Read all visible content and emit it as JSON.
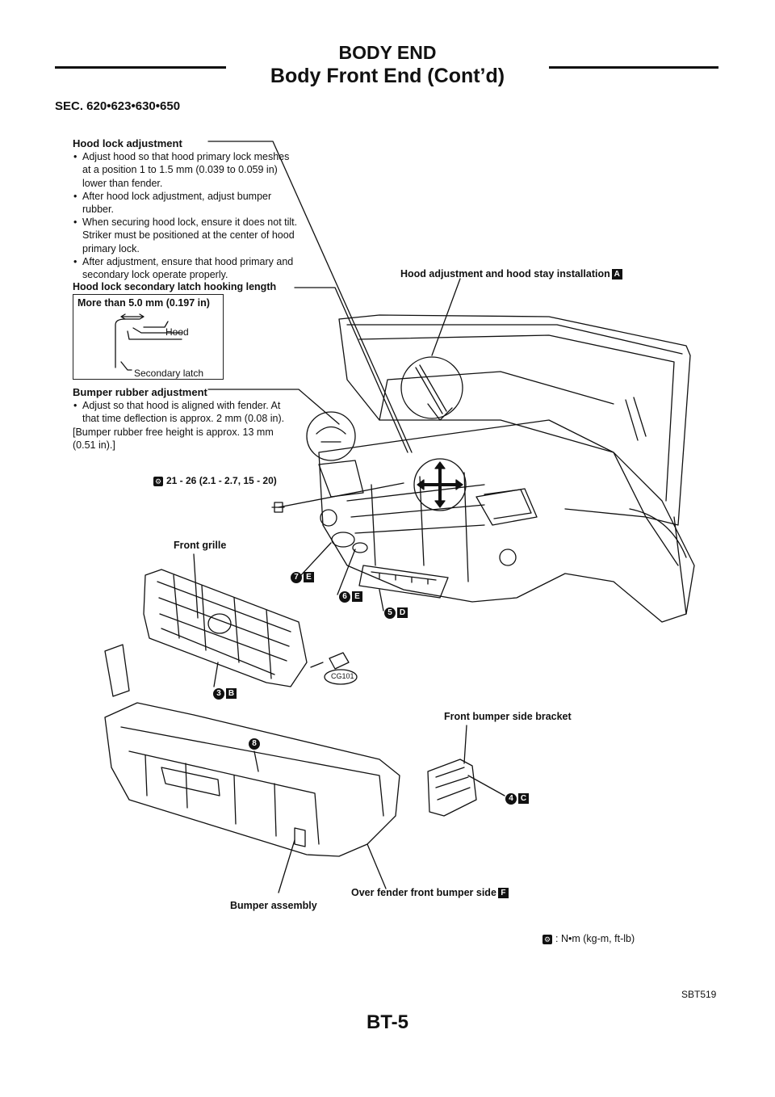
{
  "header": {
    "section": "BODY END",
    "title": "Body Front End (Cont’d)"
  },
  "sec_code": "SEC. 620•623•630•650",
  "hood_lock": {
    "title": "Hood lock adjustment",
    "bullets": [
      "Adjust hood so that hood primary lock meshes at a position 1 to 1.5 mm (0.039 to 0.059 in) lower than fender.",
      "After hood lock adjustment, adjust bumper rubber.",
      "When securing hood lock, ensure it does not tilt. Striker must be positioned at the center of hood primary lock.",
      "After adjustment, ensure that hood primary and secondary lock operate properly."
    ]
  },
  "latch": {
    "title": "Hood lock secondary latch hooking length",
    "box_title": "More than 5.0 mm (0.197 in)",
    "hood": "Hood",
    "secondary": "Secondary latch"
  },
  "bumper_rubber": {
    "title": "Bumper rubber adjustment",
    "bullets": [
      "Adjust so that hood is aligned with fender. At that time deflection is approx. 2 mm (0.08 in)."
    ],
    "note": "[Bumper rubber free height is approx. 13 mm (0.51 in).]"
  },
  "torque_value": "21 - 26 (2.1 - 2.7, 15 - 20)",
  "labels": {
    "hood_stay": "Hood adjustment and hood stay installation",
    "hood_stay_badge": "A",
    "front_grille": "Front grille",
    "side_bracket": "Front bumper side bracket",
    "bumper_assembly": "Bumper assembly",
    "over_fender": "Over fender front bumper side",
    "over_fender_badge": "F",
    "clip_code": "CG101"
  },
  "callouts": [
    {
      "num": "7",
      "badge": "E"
    },
    {
      "num": "6",
      "badge": "E"
    },
    {
      "num": "5",
      "badge": "D"
    },
    {
      "num": "3",
      "badge": "B"
    },
    {
      "num": "8",
      "badge": ""
    },
    {
      "num": "4",
      "badge": "C"
    }
  ],
  "legend": ": N•m (kg-m, ft-lb)",
  "figure_ref": "SBT519",
  "page_number": "BT-5"
}
